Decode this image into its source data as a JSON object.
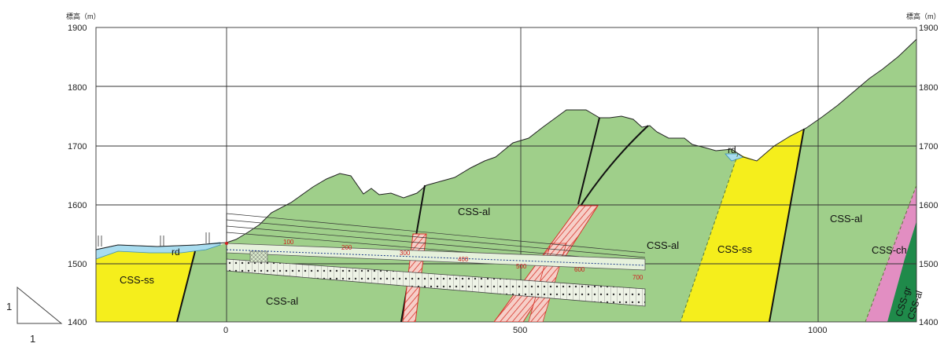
{
  "axis": {
    "y_label_left": "標高（m）",
    "y_label_right": "標高（m）",
    "y_ticks": [
      "1900",
      "1800",
      "1700",
      "1600",
      "1500",
      "1400"
    ],
    "x_ticks": [
      "0",
      "500",
      "1000"
    ]
  },
  "scale": {
    "h": "1",
    "v": "1"
  },
  "geology": {
    "al_1": "CSS-al",
    "al_2": "CSS-al",
    "al_3": "CSS-al",
    "al_4": "CSS-al",
    "ss_left": "CSS-ss",
    "ss_mid": "CSS-ss",
    "ch": "CSS-ch",
    "gr": "CSS-gr",
    "al_5": "CSS-al"
  },
  "road": {
    "left": "rd",
    "right": "rd"
  },
  "chainage": [
    "100",
    "200",
    "300",
    "400",
    "500",
    "600",
    "700"
  ],
  "colors": {
    "al": "#9fcf8a",
    "ss": "#f5ee1c",
    "ch": "#e28ec2",
    "gr": "#1f8a4a",
    "water": "#a8dcef",
    "hatch": "#d8342a"
  }
}
